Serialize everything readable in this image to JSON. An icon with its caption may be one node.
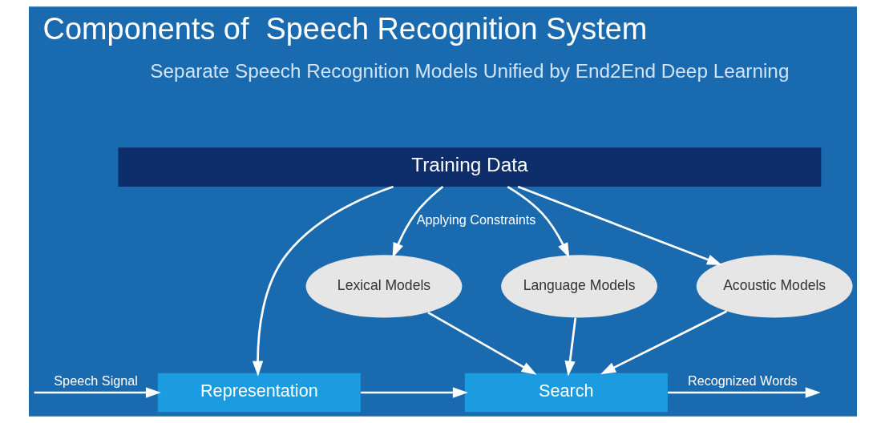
{
  "diagram": {
    "title": "Components of  Speech Recognition System",
    "nodes": [
      {
        "text": [
          "Training Data"
        ]
      },
      {
        "text": [
          "Acoustic Models"
        ]
      },
      {
        "text": [
          "Lexical Models"
        ]
      },
      {
        "text": [
          "Language Models"
        ]
      },
      {
        "text": [
          "Representation"
        ]
      },
      {
        "text": [
          "Search"
        ]
      }
    ],
    "edges": [
      {
        "from": 0,
        "to": 4,
        "arrow": "to"
      },
      {
        "from": 0,
        "to": 1,
        "arrow": "to"
      },
      {
        "from": 0,
        "to": 2,
        "arrow": "to",
        "label": "Applying Constraints"
      },
      {
        "from": 0,
        "to": 3,
        "arrow": "to"
      },
      {
        "from": 1,
        "to": 5,
        "arrow": "to"
      },
      {
        "from": 2,
        "to": 5,
        "arrow": "to"
      },
      {
        "from": 3,
        "to": 5,
        "arrow": "to"
      },
      {
        "from": null,
        "to": 4,
        "arrow": "to",
        "label": "Speech Signal"
      },
      {
        "from": 4,
        "to": 5,
        "arrow": "to"
      },
      {
        "from": 5,
        "to": null,
        "arrow": "to",
        "label": "Recognized Words"
      }
    ],
    "labels": [
      "Separate Speech Recognition Models Unified by End2End Deep Learning"
    ]
  }
}
